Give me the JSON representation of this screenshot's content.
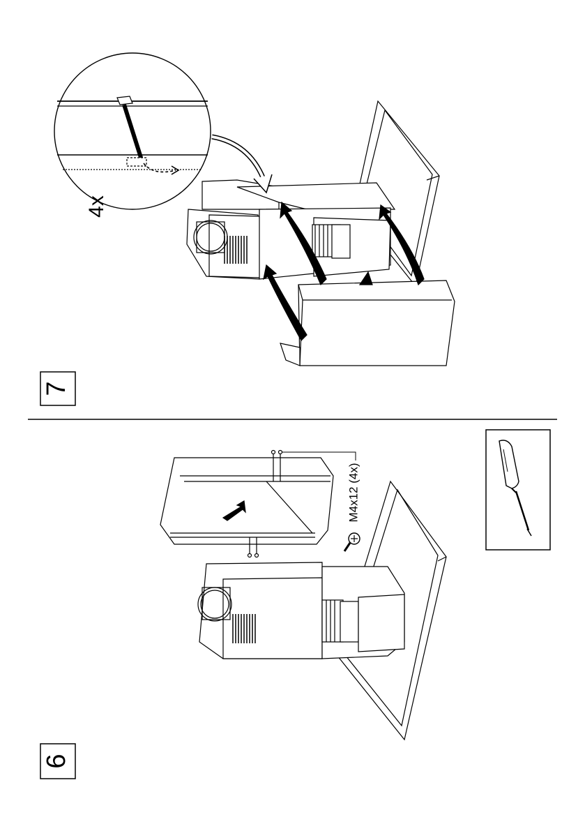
{
  "steps": [
    {
      "number": "7",
      "callout_multiplier": "4x"
    },
    {
      "number": "6",
      "screw_label": "M4x12 (4x)"
    }
  ],
  "tool": {
    "name": "screwdriver-icon"
  },
  "colors": {
    "ink": "#000000",
    "paper": "#ffffff"
  }
}
